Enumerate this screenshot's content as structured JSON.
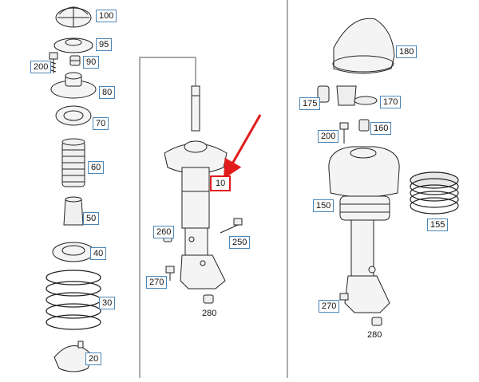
{
  "accent_color": "#e21b1b",
  "label_border_color": "#4a86b8",
  "left_parts": {
    "p100": "100",
    "p95": "95",
    "p200": "200",
    "p90": "90",
    "p80": "80",
    "p70": "70",
    "p60": "60",
    "p50": "50",
    "p40": "40",
    "p30": "30",
    "p20": "20"
  },
  "middle_parts": {
    "p10": "10",
    "p260": "260",
    "p250": "250",
    "p270": "270",
    "p280": "280"
  },
  "right_parts": {
    "p180": "180",
    "p175": "175",
    "p170": "170",
    "p200": "200",
    "p160": "160",
    "p150": "150",
    "p155": "155",
    "p270": "270",
    "p280": "280"
  }
}
